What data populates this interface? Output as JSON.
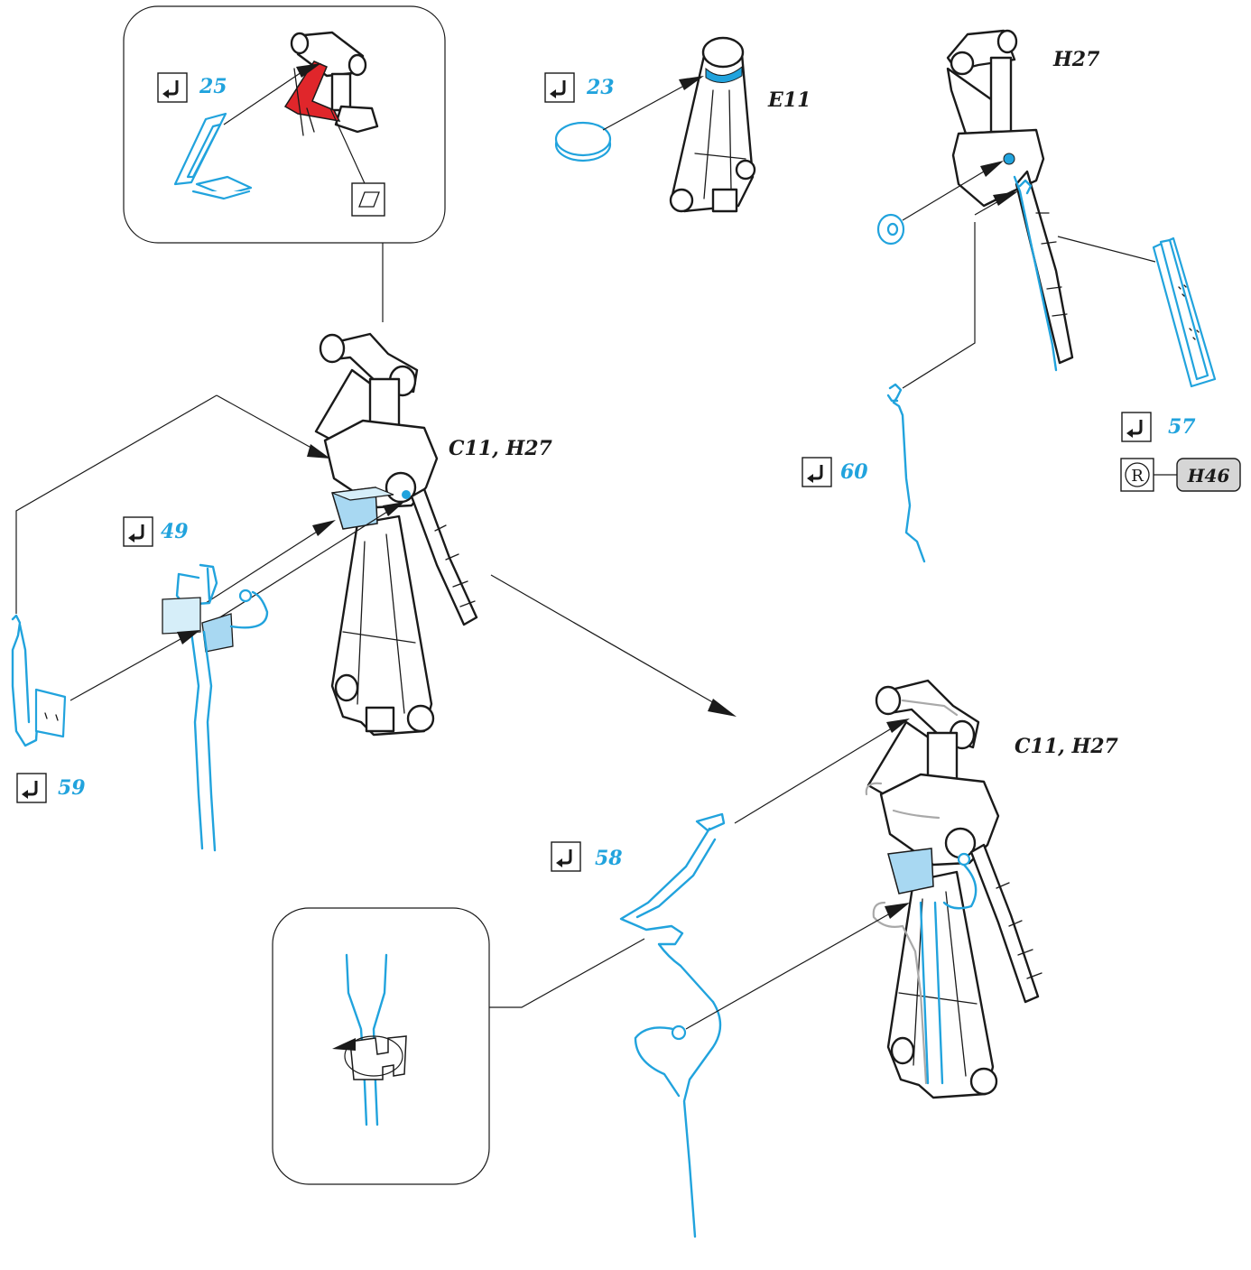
{
  "steps": {
    "s25": "25",
    "s23": "23",
    "s60": "60",
    "s57": "57",
    "s49": "49",
    "s59": "59",
    "s58": "58"
  },
  "parts": {
    "e11": "E11",
    "h27_top": "H27",
    "c11h27_mid": "C11, H27",
    "c11h27_bottom": "C11, H27",
    "h46": "H46"
  },
  "icons": {
    "bend": "bend-arrow-icon",
    "paint": "paint-swatch-icon",
    "registered": "registered-mark-icon"
  },
  "colors": {
    "photo_etch": "#21a3dd",
    "ink": "#1a1a1a",
    "red_part": "#e0262b",
    "glue_fill": "#a8d8f2",
    "gray_part": "#a9a9a9"
  }
}
